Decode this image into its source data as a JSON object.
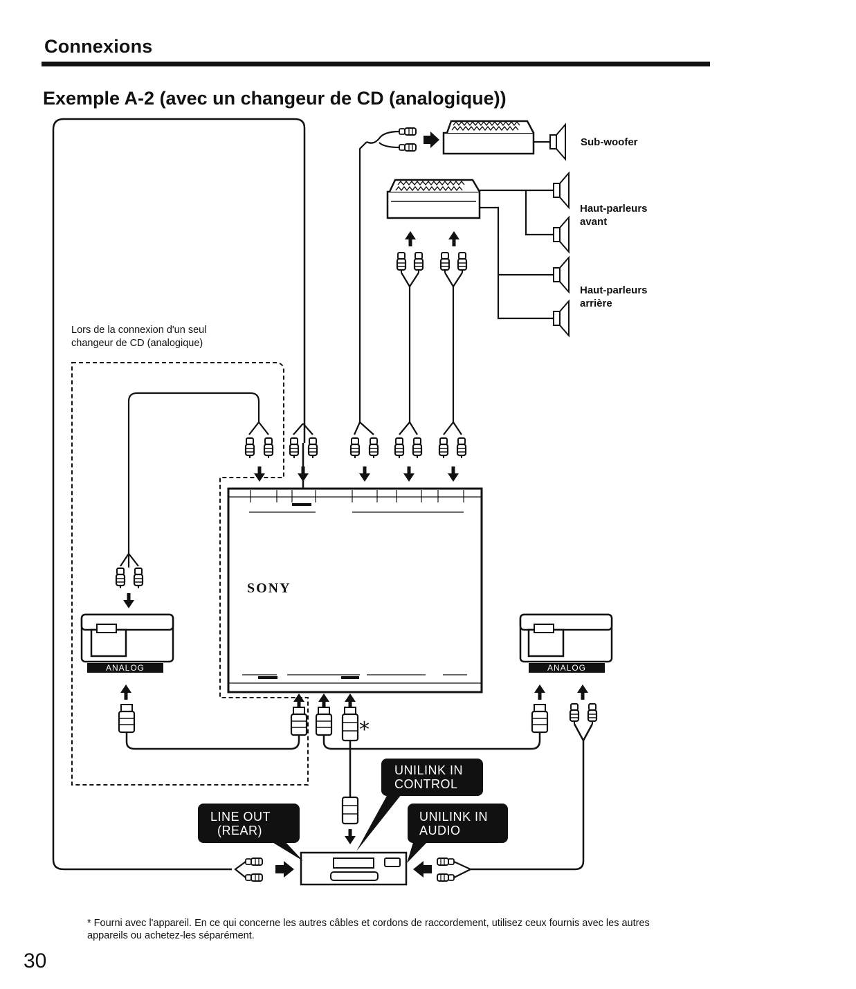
{
  "page": {
    "section_title": "Connexions",
    "example_title": "Exemple A-2 (avec un changeur de CD (analogique))",
    "page_number": "30"
  },
  "labels": {
    "subwoofer": "Sub-woofer",
    "front_speakers_1": "Haut-parleurs",
    "front_speakers_2": "avant",
    "rear_speakers_1": "Haut-parleurs",
    "rear_speakers_2": "arrière",
    "single_changer_note_1": "Lors de la connexion d'un seul",
    "single_changer_note_2": "changeur de CD (analogique)",
    "brand": "SONY",
    "changer_left_badge": "ANALOG",
    "changer_right_badge": "ANALOG",
    "asterisk": "*"
  },
  "callouts": {
    "line_out_1": "LINE OUT",
    "line_out_2": "(REAR)",
    "unilink_control_1": "UNILINK IN",
    "unilink_control_2": "CONTROL",
    "unilink_audio_1": "UNILINK IN",
    "unilink_audio_2": "AUDIO"
  },
  "footnote": {
    "text": "* Fourni avec l'appareil. En ce qui concerne les autres câbles et cordons de raccordement, utilisez ceux fournis avec les autres appareils ou achetez-les séparément."
  },
  "colors": {
    "ink": "#111111",
    "callout_bg": "#111111",
    "paper": "#ffffff"
  }
}
